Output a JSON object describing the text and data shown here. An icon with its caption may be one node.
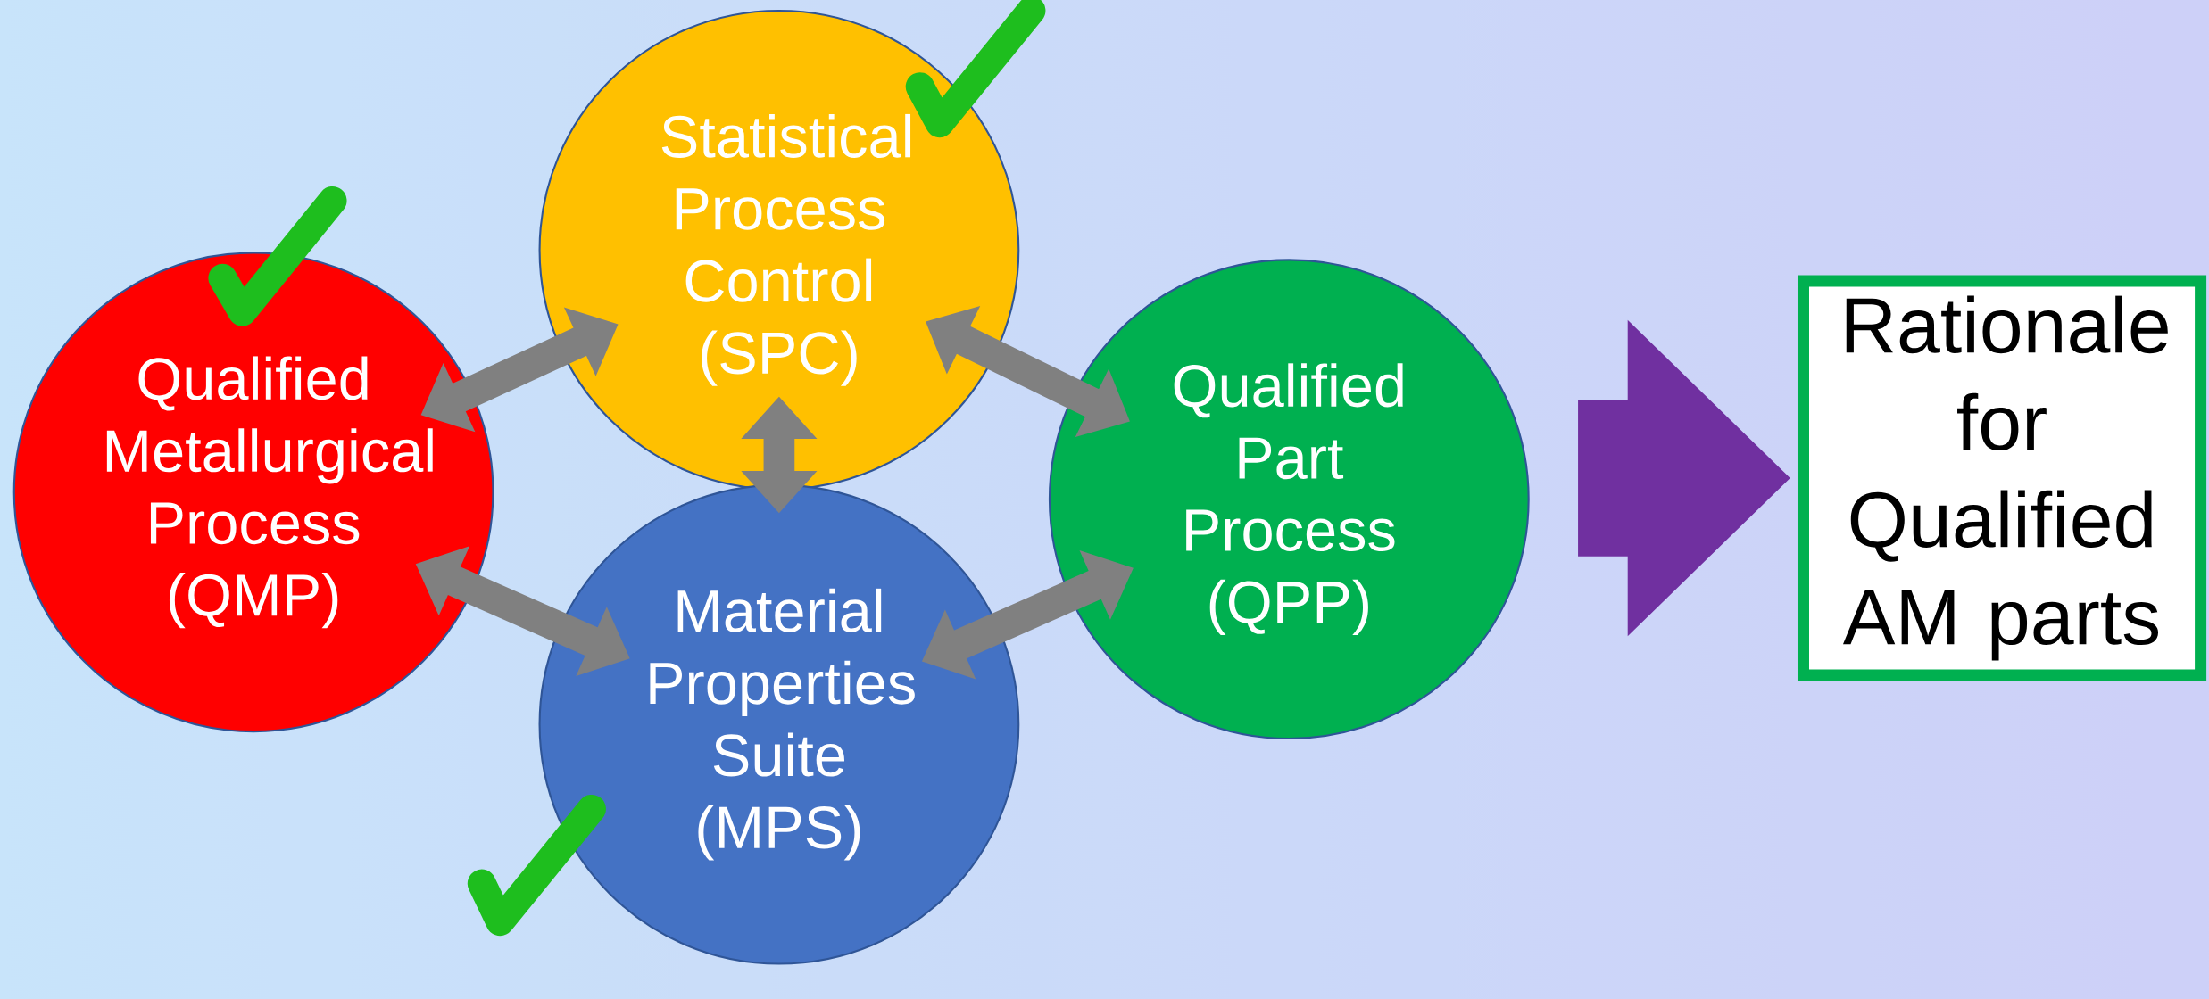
{
  "diagram": {
    "nodes": [
      {
        "text": [
          "Statistical Process Control (SPC)"
        ]
      },
      {
        "text": [
          "Qualified Metallurgical Process (QMP)"
        ]
      },
      {
        "text": [
          "Qualified Part Process (QPP)"
        ]
      },
      {
        "text": [
          "Material Properties Suite (MPS)"
        ]
      },
      {
        "text": [
          "Rationale for Qualified AM parts"
        ]
      }
    ],
    "edges": [
      {
        "from": 1,
        "to": 0,
        "arrow": "both"
      },
      {
        "from": 0,
        "to": 2,
        "arrow": "both"
      },
      {
        "from": 0,
        "to": 3,
        "arrow": "both"
      },
      {
        "from": 1,
        "to": 3,
        "arrow": "both"
      },
      {
        "from": 3,
        "to": 2,
        "arrow": "both"
      },
      {
        "from": 2,
        "to": 4,
        "arrow": "to",
        "style": "thick",
        "color": "#7030a0"
      }
    ]
  }
}
